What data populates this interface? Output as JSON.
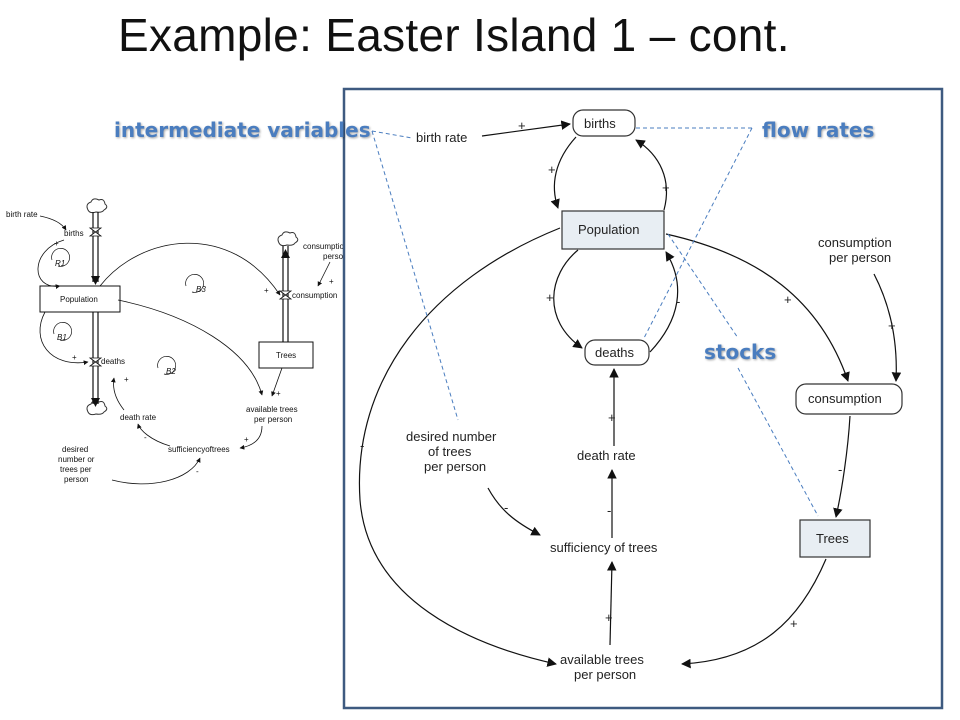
{
  "slide": {
    "title": "Example: Easter Island 1 – cont."
  },
  "callouts": {
    "intermediate": "intermediate variables",
    "flow": "flow rates",
    "stocks": "stocks"
  },
  "cld": {
    "birth_rate": "birth rate",
    "births": "births",
    "population": "Population",
    "deaths": "deaths",
    "consumption_per_person_1": "consumption",
    "consumption_per_person_2": "per person",
    "consumption": "consumption",
    "trees": "Trees",
    "desired_1": "desired number",
    "desired_2": "of trees",
    "desired_3": "per person",
    "death_rate": "death rate",
    "sufficiency": "sufficiency of trees",
    "available_1": "available trees",
    "available_2": "per person",
    "sign_birthrate_births": "+",
    "sign_births_pop": "+",
    "sign_pop_births": "+",
    "sign_pop_deaths": "+",
    "sign_deaths_pop": "-",
    "sign_pop_consumption": "+",
    "sign_cpp_consumption": "+",
    "sign_consumption_trees": "-",
    "sign_trees_available": "+",
    "sign_pop_available": "-",
    "sign_desired_sufficiency": "-",
    "sign_available_sufficiency": "+",
    "sign_sufficiency_deathrate": "-",
    "sign_deathrate_deaths": "+"
  },
  "sfd": {
    "birth_rate": "birth rate",
    "births": "births",
    "population": "Population",
    "deaths": "deaths",
    "trees": "Trees",
    "consumption": "consumption",
    "consumption_per_1": "consumptio",
    "consumption_per_2": "perso",
    "death_rate": "death rate",
    "available_1": "available trees",
    "available_2": "per person",
    "sufficiency": "sufficiencyoftrees",
    "desired_1": "desired",
    "desired_2": "number or",
    "desired_3": "trees per",
    "desired_4": "person",
    "loop_r1": "R1",
    "loop_b1": "B1",
    "loop_b2": "B2",
    "loop_b3": "B3",
    "plus": "+",
    "minus": "-"
  }
}
